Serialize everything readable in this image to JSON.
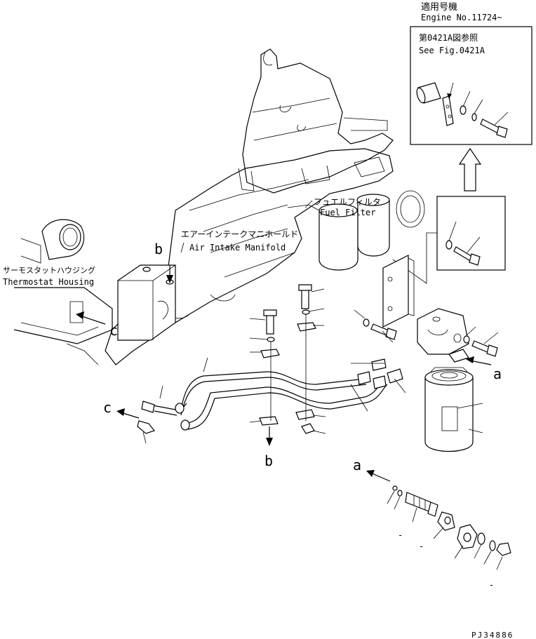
{
  "applicability": {
    "line1": "適用号機",
    "line2": "Engine No.11724~"
  },
  "inset": {
    "ref_jp": "第0421A図参照",
    "ref_en": "See Fig.0421A"
  },
  "labels": {
    "fuel_filter_jp": "フュエルフィルタ",
    "fuel_filter_en": "Fuel Filter",
    "manifold_jp": "エアーインテークマニホールド",
    "manifold_en": "Air Intake Manifold",
    "thermostat_jp": "サーモスタットハウジング",
    "thermostat_en": "Thermostat Housing"
  },
  "markers": {
    "a": "a",
    "b": "b",
    "c": "c"
  },
  "dashes": [
    "-",
    "-",
    "-"
  ],
  "figure_code": "PJ34886"
}
